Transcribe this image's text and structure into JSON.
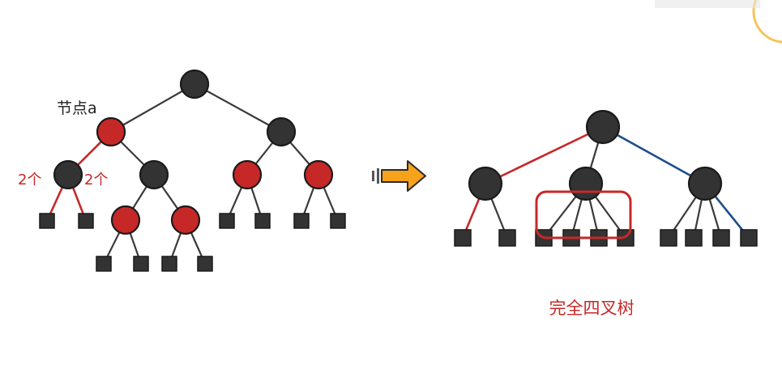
{
  "labels": {
    "node_a": "节点a",
    "two_left": "2个",
    "two_right": "2个",
    "caption": "完全四叉树"
  },
  "colors": {
    "black_node": "#333333",
    "red_node": "#c62828",
    "red_edge": "#c62828",
    "blue_edge": "#1f4e8c",
    "gray_edge": "#3a3a3a",
    "arrow_fill": "#f7a21b",
    "highlight_box": "#c62828",
    "label_red": "#c62828",
    "label_black": "#222222"
  },
  "icons": {
    "transform_arrow": "right-arrow-icon",
    "corner_logo": "channel-logo-icon"
  }
}
